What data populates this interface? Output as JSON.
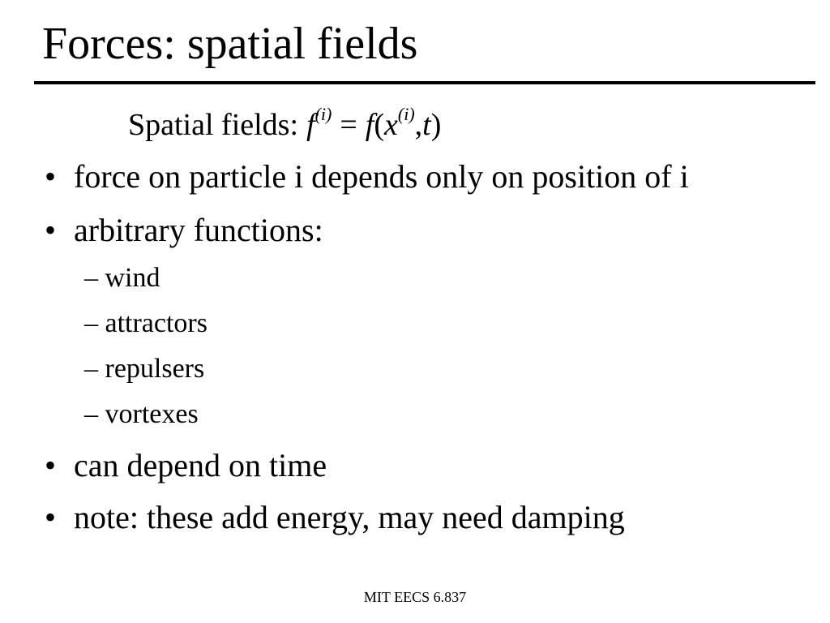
{
  "slide": {
    "title": "Forces: spatial fields",
    "formula": {
      "label": "Spatial fields:",
      "lhs_symbol": "f",
      "lhs_superscript": "(i)",
      "equals": "=",
      "rhs_func": "f",
      "open_paren": "(",
      "arg_symbol": "x",
      "arg_superscript": "(i)",
      "comma": ",",
      "time_symbol": "t",
      "close_paren": ")"
    },
    "bullets": [
      {
        "marker": "•",
        "text": "force on particle i depends only on position of i"
      },
      {
        "marker": "•",
        "text": "arbitrary functions:"
      },
      {
        "marker": "•",
        "text": "can depend on time"
      },
      {
        "marker": "•",
        "text": "note: these add energy, may need damping"
      }
    ],
    "sub_bullets": [
      {
        "marker": "–",
        "text": "wind"
      },
      {
        "marker": "–",
        "text": "attractors"
      },
      {
        "marker": "–",
        "text": "repulsers"
      },
      {
        "marker": "–",
        "text": "vortexes"
      }
    ],
    "footer": "MIT EECS 6.837"
  }
}
